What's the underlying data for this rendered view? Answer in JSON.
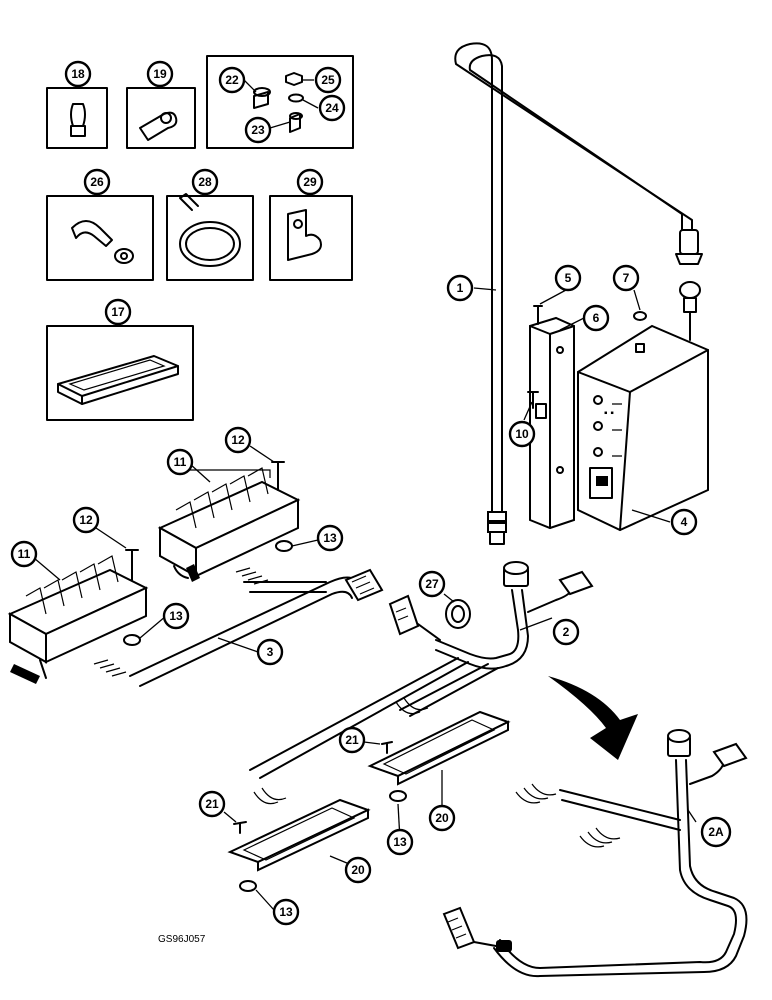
{
  "diagram": {
    "drawing_code": "GS96J057",
    "callouts": {
      "c1": "1",
      "c2": "2",
      "c2a": "2A",
      "c3": "3",
      "c4": "4",
      "c5": "5",
      "c6": "6",
      "c7": "7",
      "c10": "10",
      "c11a": "11",
      "c11b": "11",
      "c12a": "12",
      "c12b": "12",
      "c13a": "13",
      "c13b": "13",
      "c13c": "13",
      "c13d": "13",
      "c17": "17",
      "c18": "18",
      "c19": "19",
      "c20a": "20",
      "c20b": "20",
      "c21a": "21",
      "c21b": "21",
      "c22": "22",
      "c23": "23",
      "c24": "24",
      "c25": "25",
      "c26": "26",
      "c27": "27",
      "c28": "28",
      "c29": "29"
    }
  }
}
